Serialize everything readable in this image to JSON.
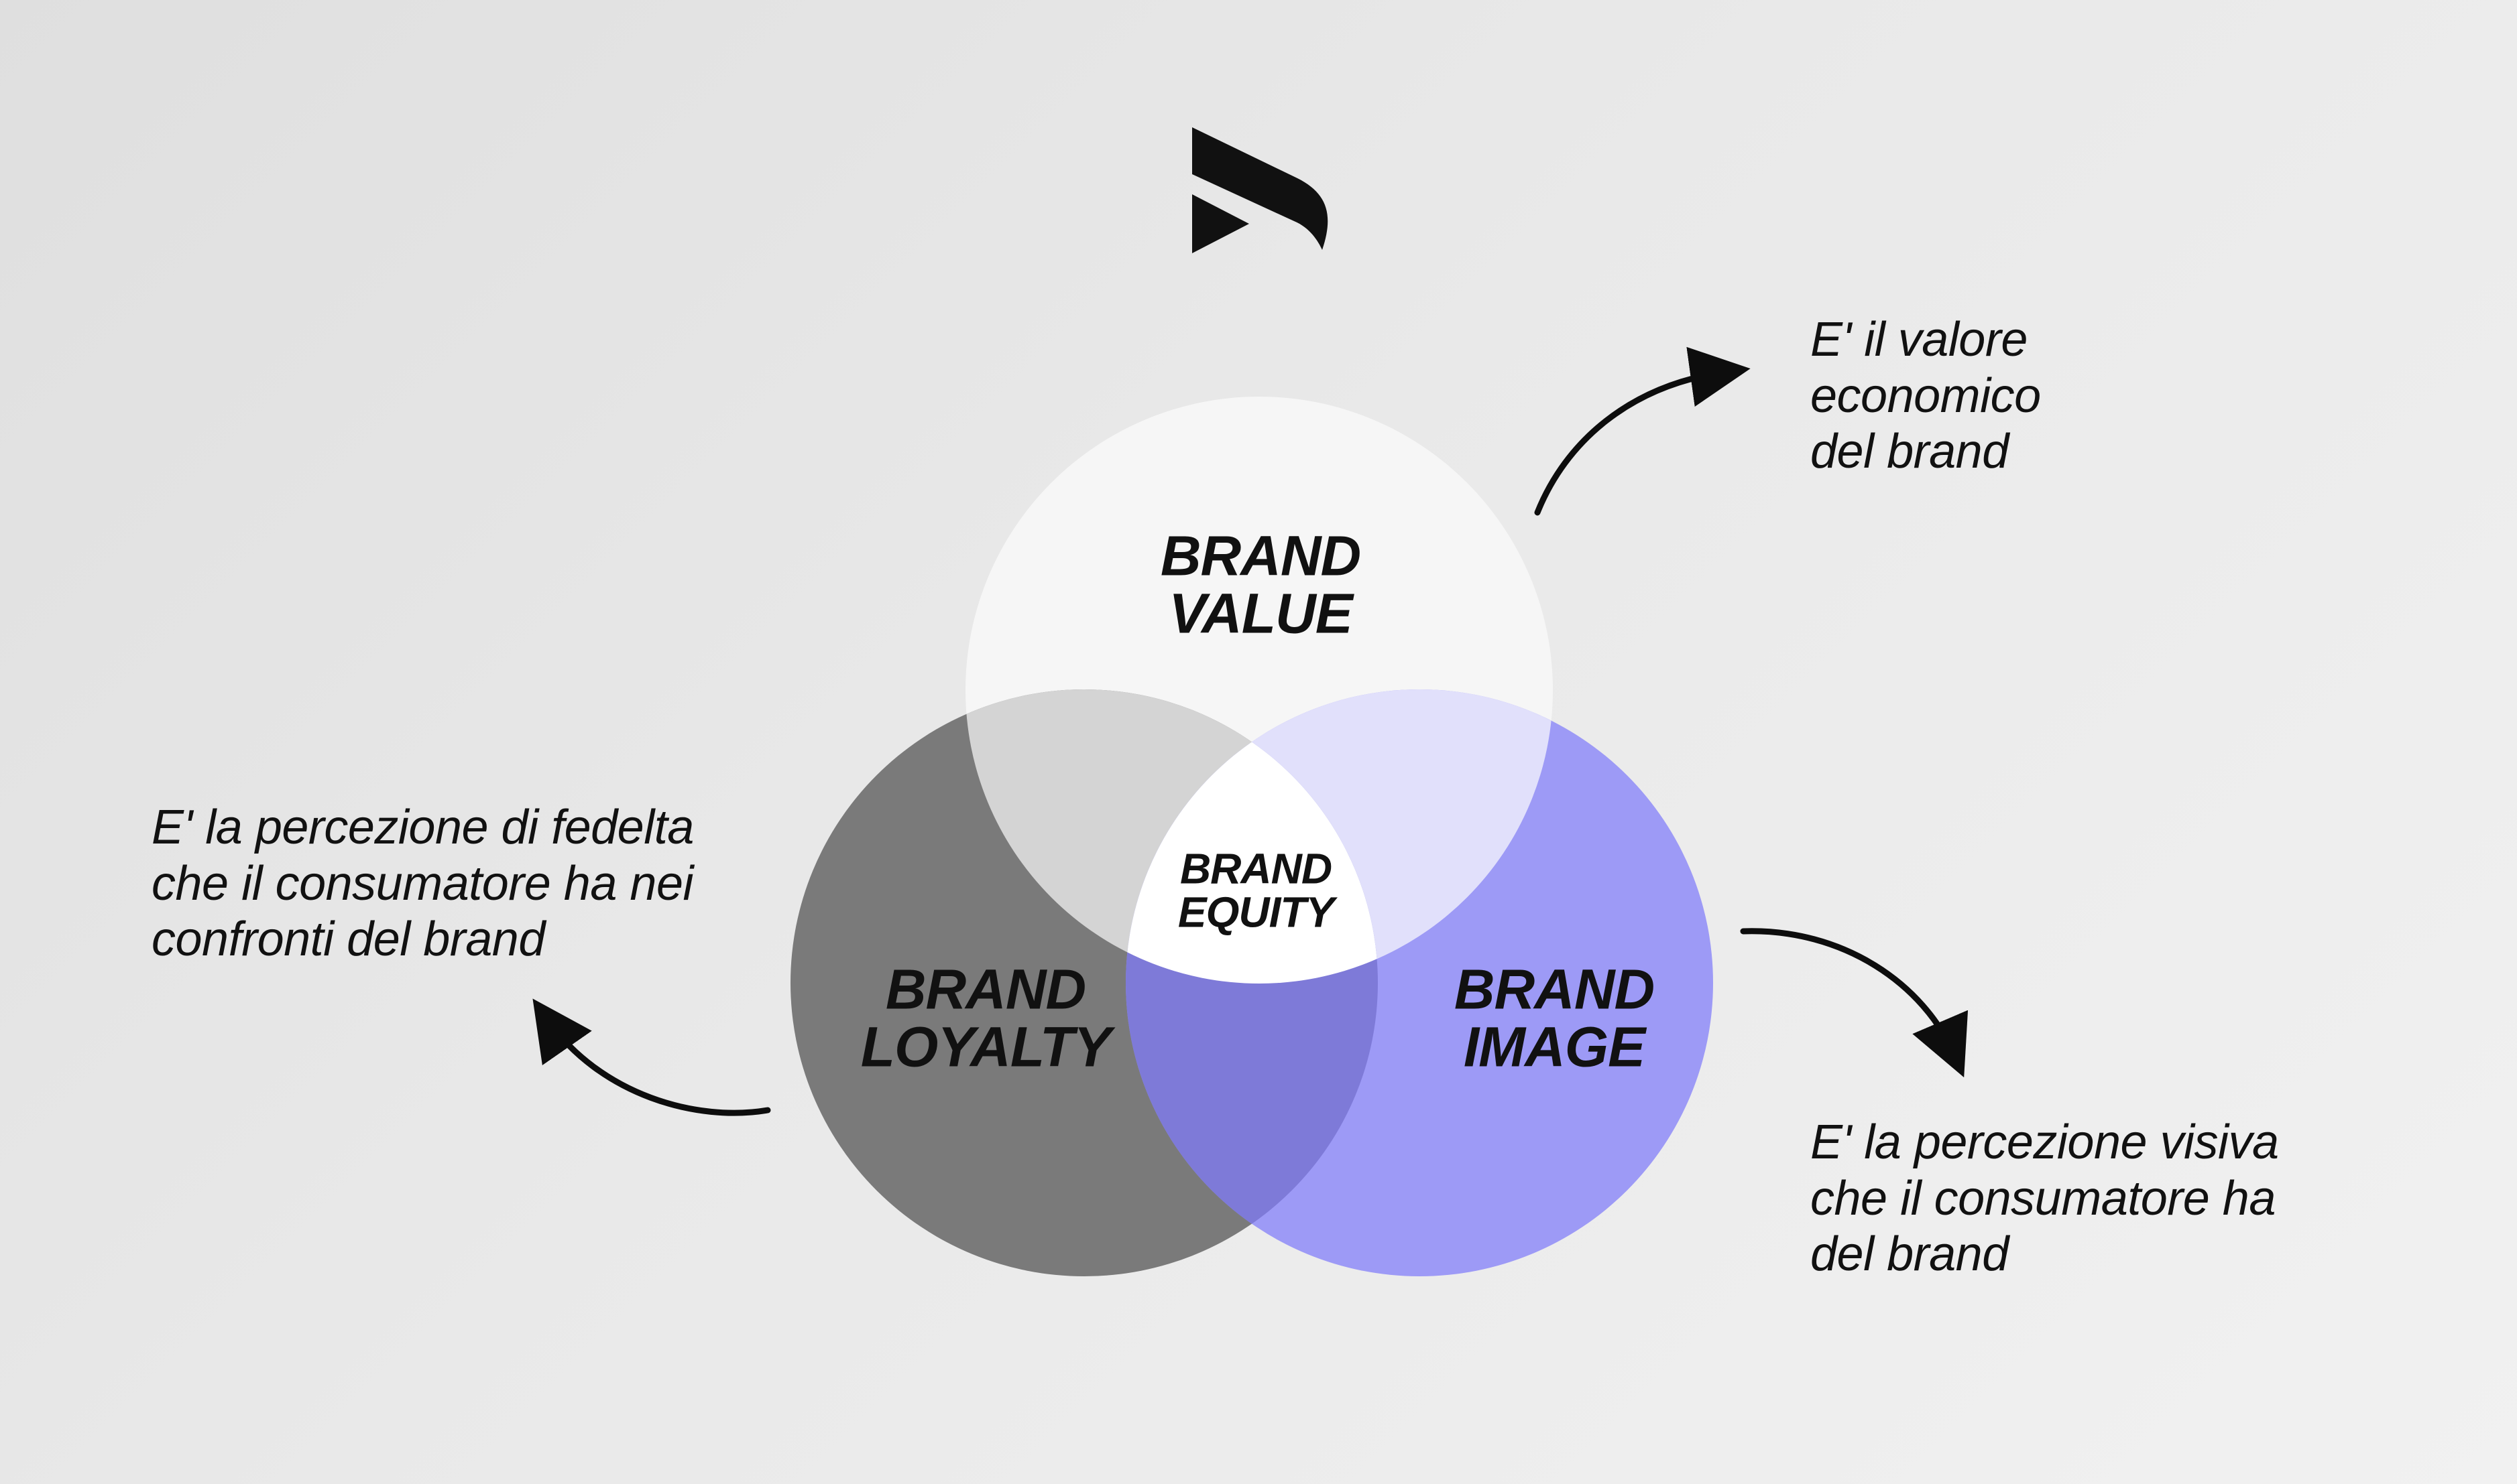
{
  "colors": {
    "background": "#e6e6e6",
    "brand_value_circle": "#f6f6f6",
    "brand_loyalty_circle": "#7a7a7a",
    "brand_image_circle": "#9d9af6",
    "value_loyalty_overlap": "#d4d4d4",
    "value_image_overlap": "#e1e0fb",
    "loyalty_image_overlap": "#7e7ad8",
    "center_overlap": "#ffffff",
    "text": "#111111"
  },
  "logo": {
    "icon": "play-arrow-logo-icon"
  },
  "circles": {
    "value": {
      "line1": "BRAND",
      "line2": "VALUE"
    },
    "loyalty": {
      "line1": "BRAND",
      "line2": "LOYALTY"
    },
    "image": {
      "line1": "BRAND",
      "line2": "IMAGE"
    },
    "equity": {
      "line1": "BRAND",
      "line2": "EQUITY"
    }
  },
  "notes": {
    "value": {
      "line1": "E' il valore",
      "line2": "economico",
      "line3": "del brand"
    },
    "loyalty": {
      "line1": "E' la percezione di fedelta",
      "line2": "che il consumatore ha nei",
      "line3": "confronti del brand"
    },
    "image": {
      "line1": "E' la percezione visiva",
      "line2": "che il consumatore ha",
      "line3": "del brand"
    }
  }
}
